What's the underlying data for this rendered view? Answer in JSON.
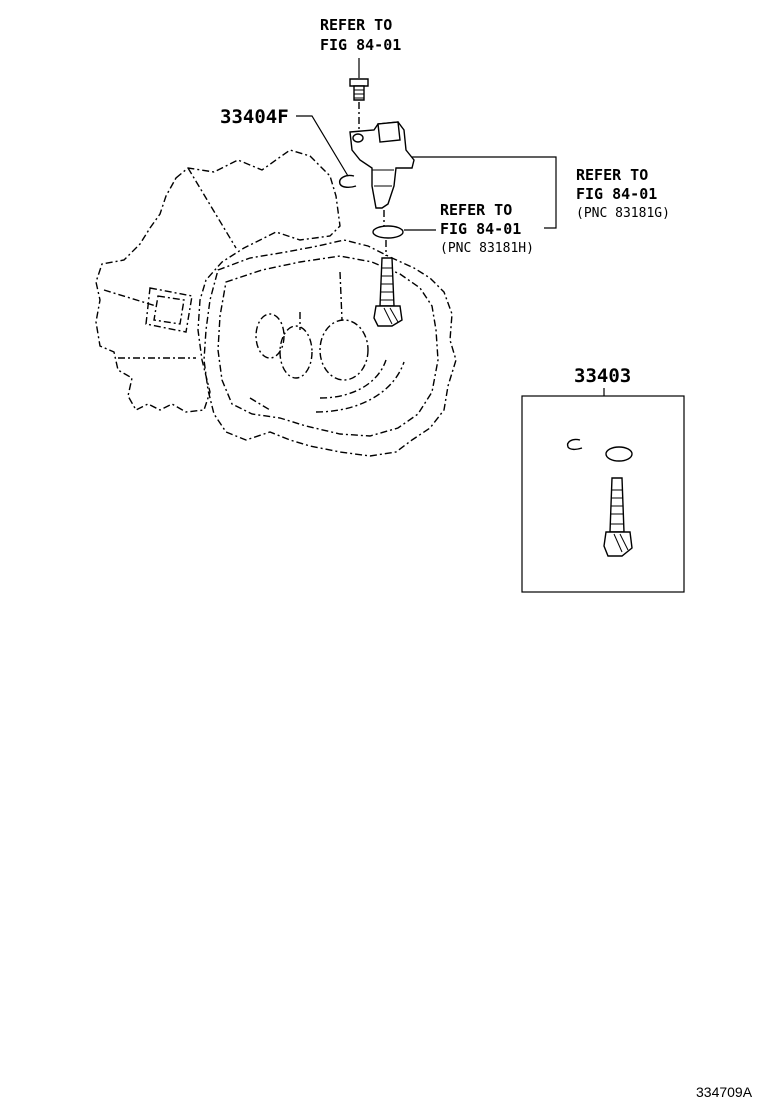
{
  "labels": {
    "top_ref_line1": "REFER TO",
    "top_ref_line2": "FIG 84-01",
    "part_clip": "33404F",
    "right_ref_line1": "REFER TO",
    "right_ref_line2": "FIG 84-01",
    "right_ref_line3": "(PNC 83181G)",
    "mid_ref_line1": "REFER TO",
    "mid_ref_line2": "FIG 84-01",
    "mid_ref_line3": "(PNC 83181H)",
    "kit_part": "33403",
    "figure_code": "334709A"
  }
}
